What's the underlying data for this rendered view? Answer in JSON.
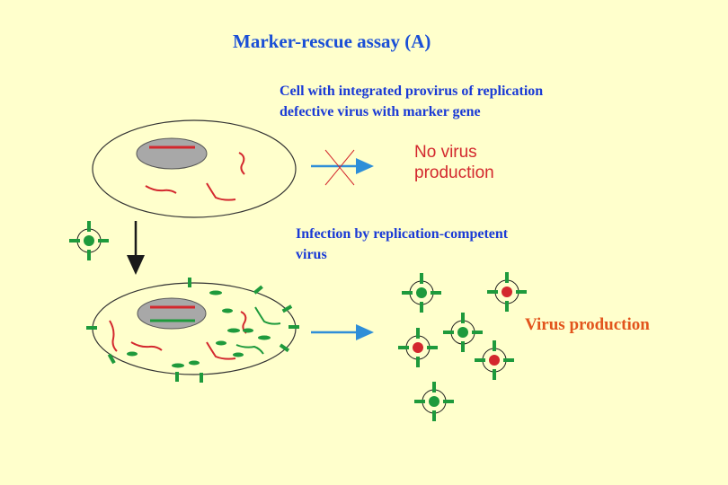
{
  "title": "Marker-rescue assay (A)",
  "caption_top": {
    "line1": "Cell with integrated provirus of replication",
    "line2": "defective virus with marker gene"
  },
  "no_virus": {
    "line1": "No virus",
    "line2": "production"
  },
  "caption_infection": {
    "line1": "Infection by replication-competent",
    "line2": "virus"
  },
  "virus_production": "Virus production",
  "colors": {
    "background": "#ffffcc",
    "title": "#1a4fd6",
    "caption": "#1a3ad6",
    "red": "#d3282e",
    "green": "#1e9a3c",
    "arrow_blue": "#2e8ed8",
    "nucleus": "#a8a8a8"
  }
}
